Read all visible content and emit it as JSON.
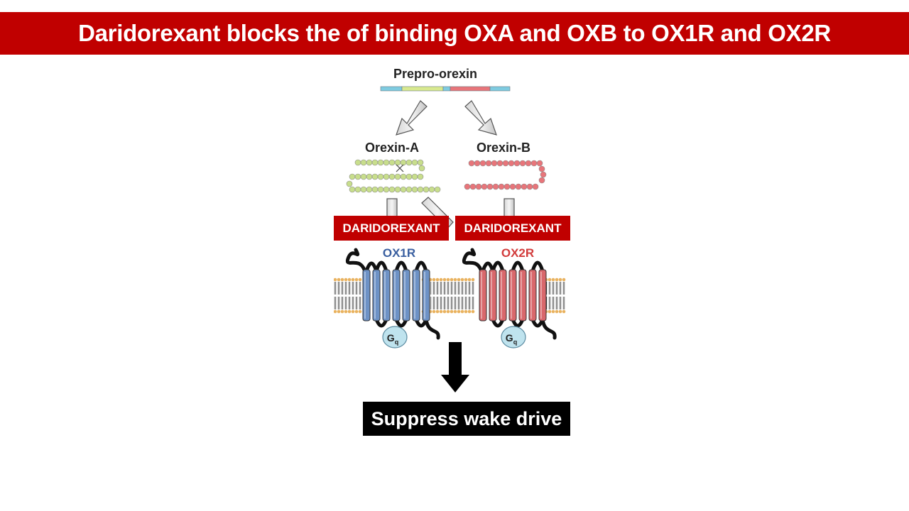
{
  "title": "Daridorexant blocks the of binding OXA and OXB to OX1R and OX2R",
  "diagram": {
    "precursor_label": "Prepro-orexin",
    "peptide_a_label": "Orexin-A",
    "peptide_b_label": "Orexin-B",
    "receptor_1_label": "OX1R",
    "receptor_2_label": "OX2R",
    "g_protein_label": "G",
    "g_protein_subscript": "q",
    "colors": {
      "peptide_a": "#c8de8c",
      "peptide_b": "#e8757a",
      "receptor_1": "#6d92c6",
      "receptor_2": "#d9686c",
      "receptor_1_text": "#3a5fa0",
      "receptor_2_text": "#d23c3c",
      "g_protein": "#bfe3ee",
      "membrane_head": "#e9b25f",
      "precursor_segments": [
        "#7ecbe0",
        "#d8e98f",
        "#7ecbe0",
        "#e8757a",
        "#7ecbe0"
      ]
    }
  },
  "blocker_label": "DARIDOREXANT",
  "outcome_label": "Suppress wake drive"
}
